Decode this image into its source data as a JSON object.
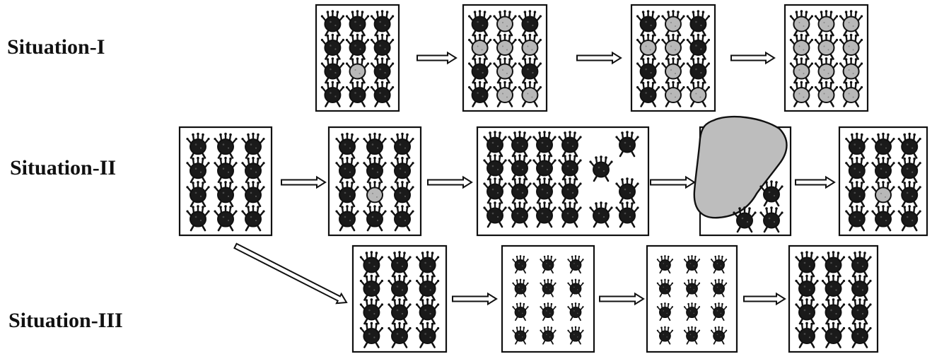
{
  "labels": {
    "situation1": "Situation-I",
    "situation2": "Situation-II",
    "situation3": "Situation-III"
  },
  "colors": {
    "dark": "#1a1a1a",
    "light": "#b8b8b8",
    "outline": "#111111",
    "blob": "#bdbdbd"
  },
  "rows": {
    "situation1": {
      "panels": [
        {
          "grid": [
            "DDD",
            "DDD",
            "DLD",
            "DDD"
          ]
        },
        {
          "grid": [
            "DLD",
            "LLL",
            "DLD",
            "DLL"
          ]
        },
        {
          "grid": [
            "DLD",
            "LLD",
            "DLD",
            "DLL"
          ]
        },
        {
          "grid": [
            "LLL",
            "LLL",
            "LLL",
            "LLL"
          ]
        }
      ]
    },
    "situation2": {
      "panels": [
        {
          "grid": [
            "DDD",
            "DDD",
            "DDD",
            "DDD"
          ]
        },
        {
          "grid": [
            "DDD",
            "DDD",
            "DLD",
            "DDD"
          ]
        },
        {
          "content": "population-growth"
        },
        {
          "content": "tumor-mass"
        },
        {
          "grid": [
            "DDD",
            "DDD",
            "DLD",
            "DDD"
          ]
        }
      ]
    },
    "situation3": {
      "panels": [
        {
          "grid": [
            "DDD",
            "DDD",
            "DDD",
            "DDD"
          ]
        },
        {
          "grid": [
            "ddd",
            "ddd",
            "ddd",
            "ddd"
          ]
        },
        {
          "grid": [
            "ddd",
            "ddd",
            "ddd",
            "ddd"
          ]
        },
        {
          "grid": [
            "DDD",
            "DDD",
            "DDD",
            "DDD"
          ]
        }
      ]
    }
  }
}
